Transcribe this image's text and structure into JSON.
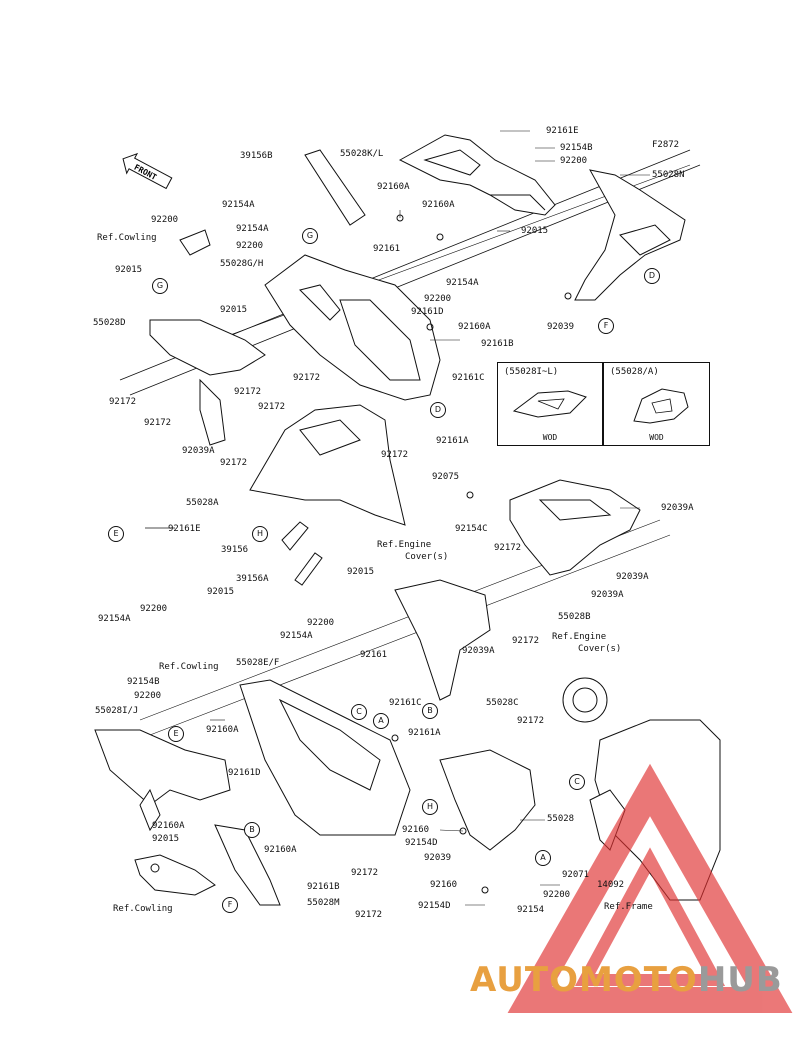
{
  "diagram": {
    "code": "F2872",
    "front_label": "FRONT",
    "labels": {
      "p92161E_top": "92161E",
      "p92154B_top": "92154B",
      "p92200_top": "92200",
      "p55028N": "55028N",
      "p39156B": "39156B",
      "p55028KL": "55028K/L",
      "p92160A_1": "92160A",
      "p92160A_2": "92160A",
      "p92015_top": "92015",
      "p92154A_1": "92154A",
      "p92200_l1": "92200",
      "p92154A_2": "92154A",
      "refcowl_1": "Ref.Cowling",
      "p92200_l2": "92200",
      "p55028GH": "55028G/H",
      "p92161": "92161",
      "p92154A_3": "92154A",
      "p92015_l1": "92015",
      "p92200_m": "92200",
      "p92161D_m": "92161D",
      "p92160A_m": "92160A",
      "p92039": "92039",
      "p92161B_m": "92161B",
      "p92015_l2": "92015",
      "p55028D": "55028D",
      "p92172_a": "92172",
      "p92172_b": "92172",
      "p92172_c": "92172",
      "p92172_d": "92172",
      "p92172_e": "92172",
      "p92161C_m": "92161C",
      "p92161A_m": "92161A",
      "p92039A_a": "92039A",
      "p92172_f": "92172",
      "p92172_g": "92172",
      "p55028A": "55028A",
      "p92075": "92075",
      "p92154C": "92154C",
      "p92039A_b": "92039A",
      "p92161E_l": "92161E",
      "p39156": "39156",
      "refeng_1": "Ref.Engine",
      "cover_1": "Cover(s)",
      "p92172_h": "92172",
      "p92039A_c": "92039A",
      "p92039A_d": "92039A",
      "p39156A": "39156A",
      "p92015_c": "92015",
      "p55028B": "55028B",
      "p92154A_l": "92154A",
      "p92200_l3": "92200",
      "p92015_l3": "92015",
      "p92172_i": "92172",
      "p92154A_m2": "92154A",
      "p92200_m2": "92200",
      "refcowl_2": "Ref.Cowling",
      "p55028EF": "55028E/F",
      "refeng_2": "Ref.Engine",
      "cover_2": "Cover(s)",
      "p92039A_e": "92039A",
      "p92154B_l": "92154B",
      "p92161_l": "92161",
      "p92200_l4": "92200",
      "p55028C": "55028C",
      "p55028IJ": "55028I/J",
      "p92161C_l": "92161C",
      "p92160A_l": "92160A",
      "p92161A_l": "92161A",
      "p92172_j": "92172",
      "p92161D_l": "92161D",
      "p92160A_l2": "92160A",
      "p92015_l4": "92015",
      "p92160": "92160",
      "p55028": "55028",
      "p92160A_l3": "92160A",
      "p92154D_1": "92154D",
      "p92039_l": "92039",
      "p92172_k": "92172",
      "p92161B_l": "92161B",
      "p92160_2": "92160",
      "p92071": "92071",
      "p14092": "14092",
      "p92200_br": "92200",
      "p92154D_2": "92154D",
      "p92154": "92154",
      "refframe": "Ref.Frame",
      "refcowl_3": "Ref.Cowling",
      "p55028M": "55028M",
      "p92172_l": "92172"
    },
    "insets": [
      {
        "title": "(55028I~L)",
        "foot": "WOD"
      },
      {
        "title": "(55028/A)",
        "foot": "WOD"
      }
    ],
    "refs": {
      "A": "A",
      "B": "B",
      "C": "C",
      "D": "D",
      "E": "E",
      "F": "F",
      "G": "G",
      "H": "H"
    }
  },
  "watermark": {
    "part1": "AUTOMOTO",
    "part2": "HUB",
    "color1": "#e8a040",
    "color2": "#9a9a9a",
    "logo_color": "#e03030"
  }
}
